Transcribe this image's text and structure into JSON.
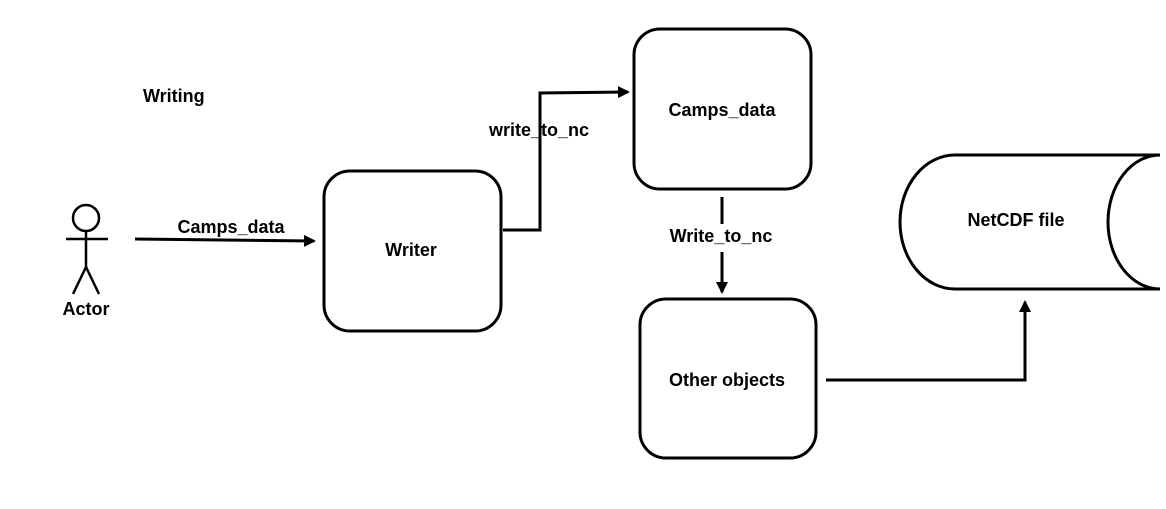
{
  "diagram": {
    "title": "Writing",
    "actor": {
      "label": "Actor"
    },
    "nodes": {
      "writer": "Writer",
      "camps_data": "Camps_data",
      "other_objects": "Other objects",
      "netcdf_file": "NetCDF file"
    },
    "edges": {
      "actor_to_writer": "Camps_data",
      "writer_to_camps_data": "write_to_nc",
      "camps_data_to_other_objects": "Write_to_nc"
    },
    "colors": {
      "stroke": "#000000",
      "background": "#ffffff"
    }
  }
}
